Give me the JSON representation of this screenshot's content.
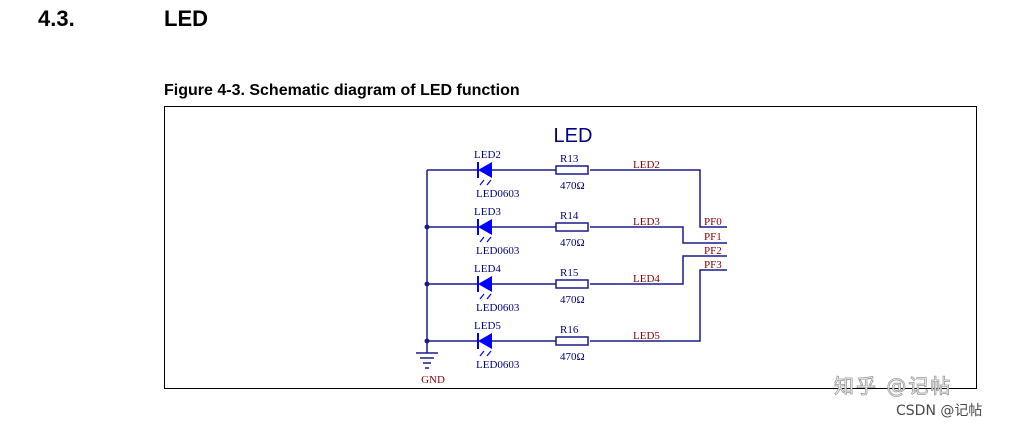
{
  "section": {
    "number": "4.3.",
    "title": "LED"
  },
  "figure": {
    "caption": "Figure 4-3. Schematic diagram of LED function",
    "title": "LED",
    "gnd_label": "GND",
    "rows": [
      {
        "led": "LED2",
        "package": "LED0603",
        "resistor": "R13",
        "value": "470Ω",
        "net": "LED2"
      },
      {
        "led": "LED3",
        "package": "LED0603",
        "resistor": "R14",
        "value": "470Ω",
        "net": "LED3"
      },
      {
        "led": "LED4",
        "package": "LED0603",
        "resistor": "R15",
        "value": "470Ω",
        "net": "LED4"
      },
      {
        "led": "LED5",
        "package": "LED0603",
        "resistor": "R16",
        "value": "470Ω",
        "net": "LED5"
      }
    ],
    "ports": [
      "PF0",
      "PF1",
      "PF2",
      "PF3"
    ]
  },
  "watermark": {
    "line1": "知乎 @记帖",
    "line2": "CSDN @记帖"
  },
  "colors": {
    "wire": "#1a1a8c",
    "led": "#0000ff",
    "label_blue": "#000080",
    "label_red": "#8b0000"
  }
}
